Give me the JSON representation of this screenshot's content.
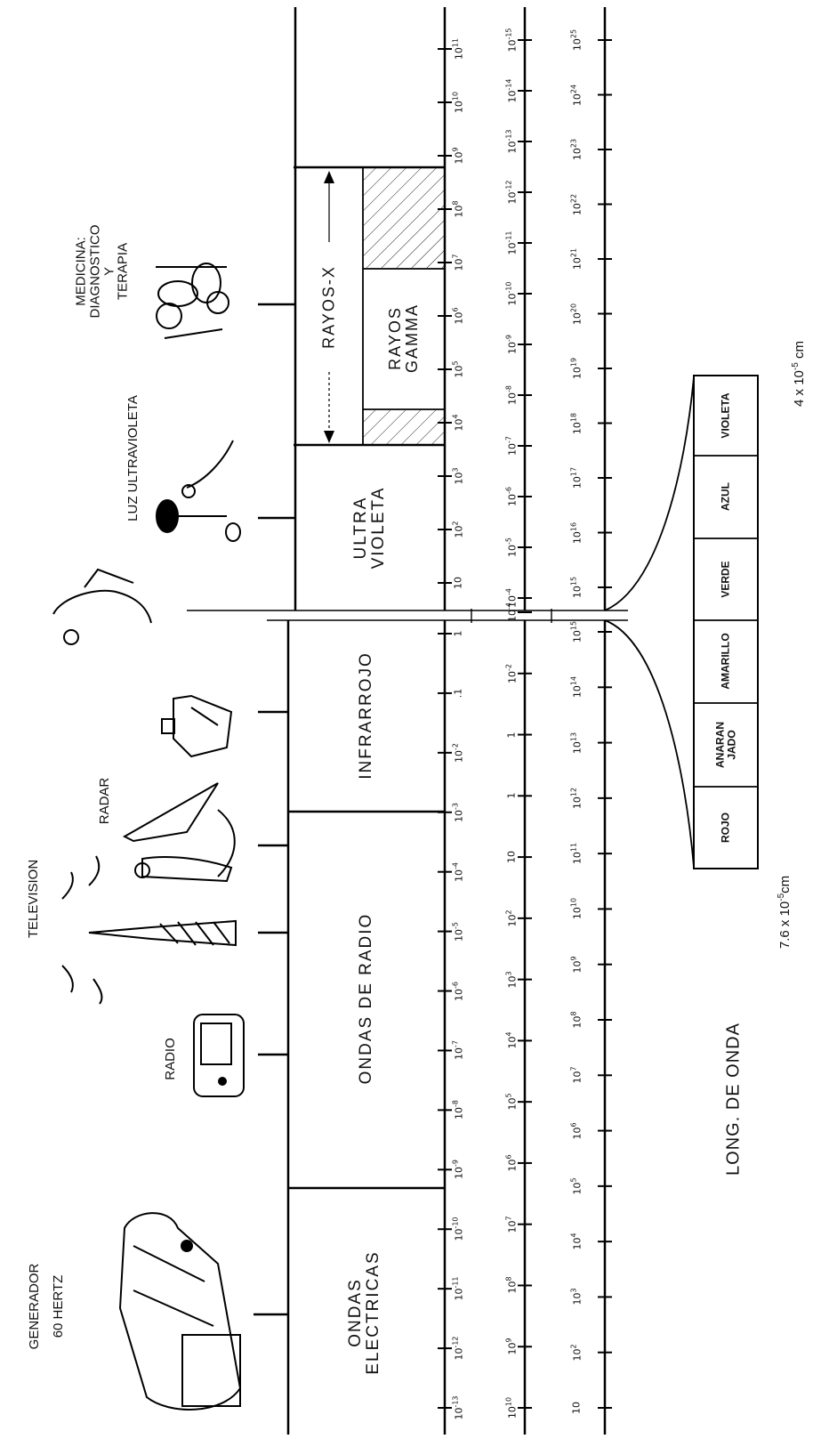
{
  "bands": {
    "rayos_x": "RAYOS-X",
    "rayos_gamma": [
      "RAYOS",
      "GAMMA"
    ],
    "ultravioleta": [
      "ULTRA",
      "VIOLETA"
    ],
    "infrarrojo": "INFRARROJO",
    "ondas_radio": "ONDAS DE RADIO",
    "ondas_electricas": [
      "ONDAS",
      "ELECTRICAS"
    ]
  },
  "applications": {
    "medicina": [
      "MEDICINA:",
      "DIAGNOSTICO",
      "Y",
      "TERAPIA"
    ],
    "luz_ultravioleta": "LUZ ULTRAVIOLETA",
    "radar": "RADAR",
    "television": "TELEVISION",
    "radio": "RADIO",
    "generador": [
      "GENERADOR",
      "60 HERTZ"
    ]
  },
  "visible_colors": [
    "ROJO",
    [
      "ANARAN",
      "JADO"
    ],
    "AMARILLO",
    "VERDE",
    "AZUL",
    "VIOLETA"
  ],
  "annotations": {
    "long_red": "7.6 x 10",
    "long_red_exp": "-5",
    "long_red_unit": "cm",
    "long_violet": "4 x 10",
    "long_violet_exp": "-5",
    "long_violet_unit": "cm",
    "axis_label": "LONG. DE ONDA"
  },
  "scales": {
    "upper_seg1": [
      {
        "m": "10",
        "e": "11"
      },
      {
        "m": "10",
        "e": "10"
      },
      {
        "m": "10",
        "e": "9"
      },
      {
        "m": "10",
        "e": "8"
      },
      {
        "m": "10",
        "e": "7"
      },
      {
        "m": "10",
        "e": "6"
      },
      {
        "m": "10",
        "e": "5"
      },
      {
        "m": "10",
        "e": "4"
      },
      {
        "m": "10",
        "e": "3"
      },
      {
        "m": "10",
        "e": "2"
      },
      {
        "m": "10",
        "e": ""
      }
    ],
    "upper_seg2": [
      {
        "m": "1",
        "e": ""
      },
      {
        "m": ".1",
        "e": ""
      },
      {
        "m": "10",
        "e": "-2"
      },
      {
        "m": "10",
        "e": "-3"
      },
      {
        "m": "10",
        "e": "-4"
      },
      {
        "m": "10",
        "e": "-5"
      },
      {
        "m": "10",
        "e": "-6"
      },
      {
        "m": "10",
        "e": "-7"
      },
      {
        "m": "10",
        "e": "-8"
      },
      {
        "m": "10",
        "e": "-9"
      },
      {
        "m": "10",
        "e": "-10"
      },
      {
        "m": "10",
        "e": "-11"
      },
      {
        "m": "10",
        "e": "-12"
      },
      {
        "m": "10",
        "e": "-13"
      }
    ],
    "middle_seg1": [
      {
        "m": "10",
        "e": "-15"
      },
      {
        "m": "10",
        "e": "-14"
      },
      {
        "m": "10",
        "e": "-13"
      },
      {
        "m": "10",
        "e": "-12"
      },
      {
        "m": "10",
        "e": "-11"
      },
      {
        "m": "10",
        "e": "-10"
      },
      {
        "m": "10",
        "e": "-9"
      },
      {
        "m": "10",
        "e": "-8"
      },
      {
        "m": "10",
        "e": "-7"
      },
      {
        "m": "10",
        "e": "-6"
      },
      {
        "m": "10",
        "e": "-5"
      },
      {
        "m": "10",
        "e": "-4"
      }
    ],
    "middle_seg2": [
      {
        "m": "10",
        "e": "-4"
      },
      {
        "m": "10",
        "e": "-2"
      },
      {
        "m": "1",
        "e": ""
      },
      {
        "m": "1",
        "e": ""
      },
      {
        "m": "10",
        "e": ""
      },
      {
        "m": "10",
        "e": "2"
      },
      {
        "m": "10",
        "e": "3"
      },
      {
        "m": "10",
        "e": "4"
      },
      {
        "m": "10",
        "e": "5"
      },
      {
        "m": "10",
        "e": "6"
      },
      {
        "m": "10",
        "e": "7"
      },
      {
        "m": "10",
        "e": "8"
      },
      {
        "m": "10",
        "e": "9"
      },
      {
        "m": "10",
        "e": "10"
      }
    ],
    "lower_seg1": [
      {
        "m": "10",
        "e": "25"
      },
      {
        "m": "10",
        "e": "24"
      },
      {
        "m": "10",
        "e": "23"
      },
      {
        "m": "10",
        "e": "22"
      },
      {
        "m": "10",
        "e": "21"
      },
      {
        "m": "10",
        "e": "20"
      },
      {
        "m": "10",
        "e": "19"
      },
      {
        "m": "10",
        "e": "18"
      },
      {
        "m": "10",
        "e": "17"
      },
      {
        "m": "10",
        "e": "16"
      },
      {
        "m": "10",
        "e": "15"
      }
    ],
    "lower_seg2": [
      {
        "m": "10",
        "e": "15"
      },
      {
        "m": "10",
        "e": "14"
      },
      {
        "m": "10",
        "e": "13"
      },
      {
        "m": "10",
        "e": "12"
      },
      {
        "m": "10",
        "e": "11"
      },
      {
        "m": "10",
        "e": "10"
      },
      {
        "m": "10",
        "e": "9"
      },
      {
        "m": "10",
        "e": "8"
      },
      {
        "m": "10",
        "e": "7"
      },
      {
        "m": "10",
        "e": "6"
      },
      {
        "m": "10",
        "e": "5"
      },
      {
        "m": "10",
        "e": "4"
      },
      {
        "m": "10",
        "e": "3"
      },
      {
        "m": "10",
        "e": "2"
      },
      {
        "m": "10",
        "e": ""
      }
    ]
  }
}
